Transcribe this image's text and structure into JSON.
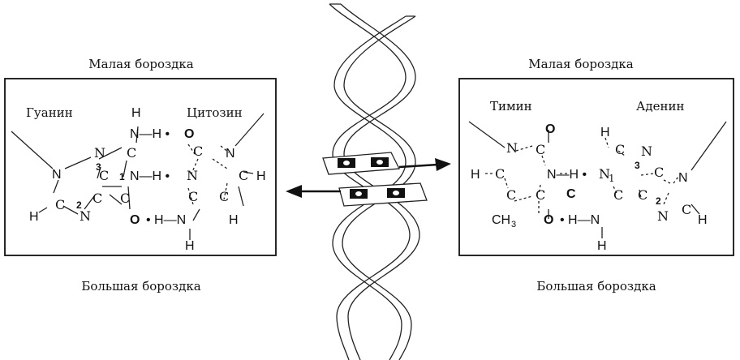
{
  "left_panel": {
    "minor_groove": "Малая бороздка",
    "major_groove": "Большая  бороздка",
    "base1": "Гуанин",
    "base2": "Цитозин",
    "atoms": {
      "H": "H",
      "N": "N",
      "C": "C",
      "O": "O",
      "nh_dot": "N—H •",
      "dot_h_n": "• H—N",
      "h_n_in": "N—H •",
      "num1": "1",
      "num2": "2",
      "num3": "3"
    }
  },
  "right_panel": {
    "minor_groove": "Малая бороздка",
    "major_groove": "Большая  бороздка",
    "base1": "Тимин",
    "base2": "Аденин",
    "atoms": {
      "H": "H",
      "N": "N",
      "N1": "N",
      "sub1": "1",
      "C": "C",
      "O": "O",
      "CH": "CH",
      "sub3": "3",
      "nh_dot": "N—H •",
      "dot_h_n": "• H—N",
      "num2": "2",
      "num3": "3"
    }
  }
}
